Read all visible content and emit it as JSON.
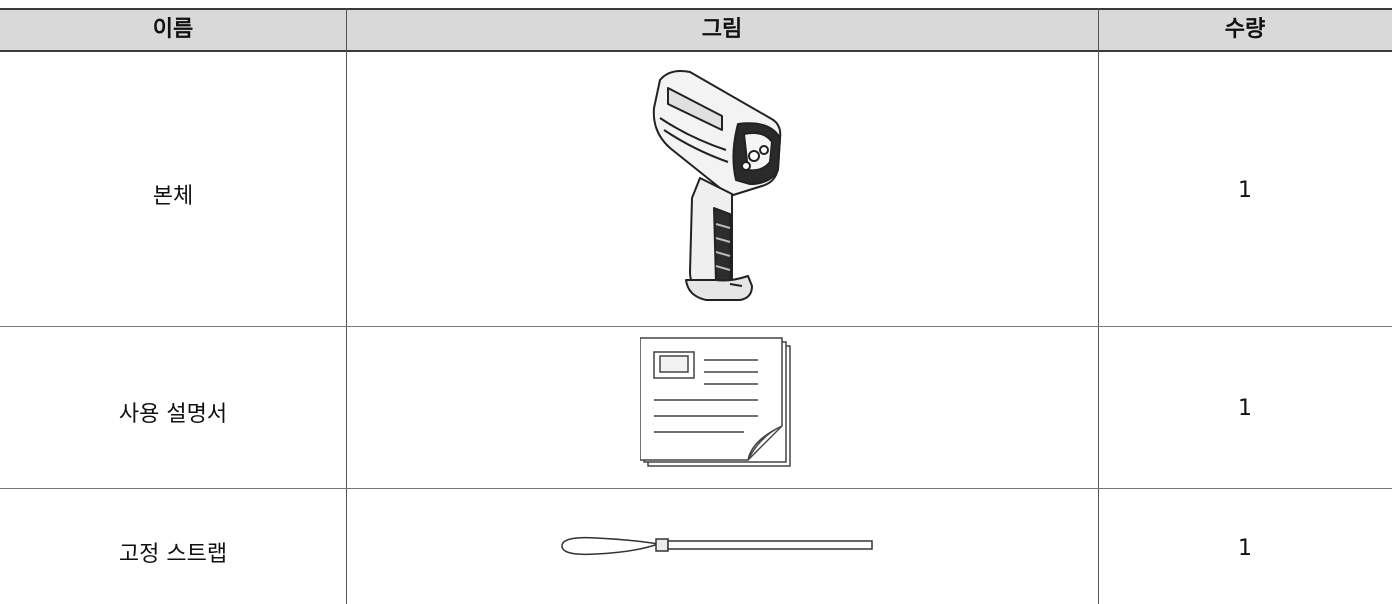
{
  "table": {
    "headers": [
      "이름",
      "그림",
      "수량"
    ],
    "rows": [
      {
        "name": "본체",
        "figure": "thermometer-gun-illustration",
        "quantity": "1"
      },
      {
        "name": "사용 설명서",
        "figure": "manual-illustration",
        "quantity": "1"
      },
      {
        "name": "고정 스트랩",
        "figure": "strap-illustration",
        "quantity": "1"
      }
    ]
  }
}
